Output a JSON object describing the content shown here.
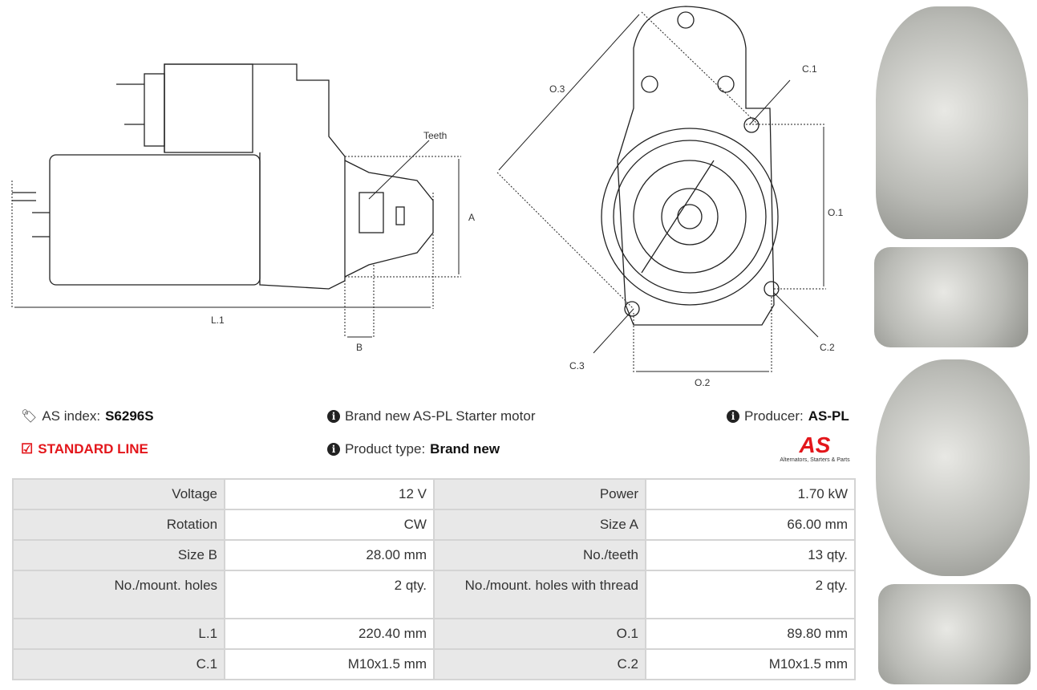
{
  "diagram": {
    "teeth": "Teeth",
    "a": "A",
    "l1": "L.1",
    "b": "B",
    "o3": "O.3",
    "c1": "C.1",
    "o1": "O.1",
    "c2": "C.2",
    "c3": "C.3",
    "o2": "O.2"
  },
  "info": {
    "as_index_label": "AS index:",
    "as_index_value": "S6296S",
    "line": "STANDARD LINE",
    "description": "Brand new AS-PL Starter motor",
    "product_type_label": "Product type:",
    "product_type_value": "Brand new",
    "producer_label": "Producer:",
    "producer_value": "AS-PL"
  },
  "logo": {
    "text": "AS",
    "tagline": "Alternators, Starters & Parts"
  },
  "specs": [
    {
      "l1": "Voltage",
      "v1": "12 V",
      "l2": "Power",
      "v2": "1.70 kW"
    },
    {
      "l1": "Rotation",
      "v1": "CW",
      "l2": "Size A",
      "v2": "66.00 mm"
    },
    {
      "l1": "Size B",
      "v1": "28.00 mm",
      "l2": "No./teeth",
      "v2": "13 qty."
    },
    {
      "l1": "No./mount. holes",
      "v1": "2 qty.",
      "l2": "No./mount. holes with thread",
      "v2": "2 qty."
    },
    {
      "l1": "L.1",
      "v1": "220.40 mm",
      "l2": "O.1",
      "v2": "89.80 mm"
    },
    {
      "l1": "C.1",
      "v1": "M10x1.5 mm",
      "l2": "C.2",
      "v2": "M10x1.5 mm"
    }
  ],
  "colors": {
    "red": "#e3161b"
  }
}
